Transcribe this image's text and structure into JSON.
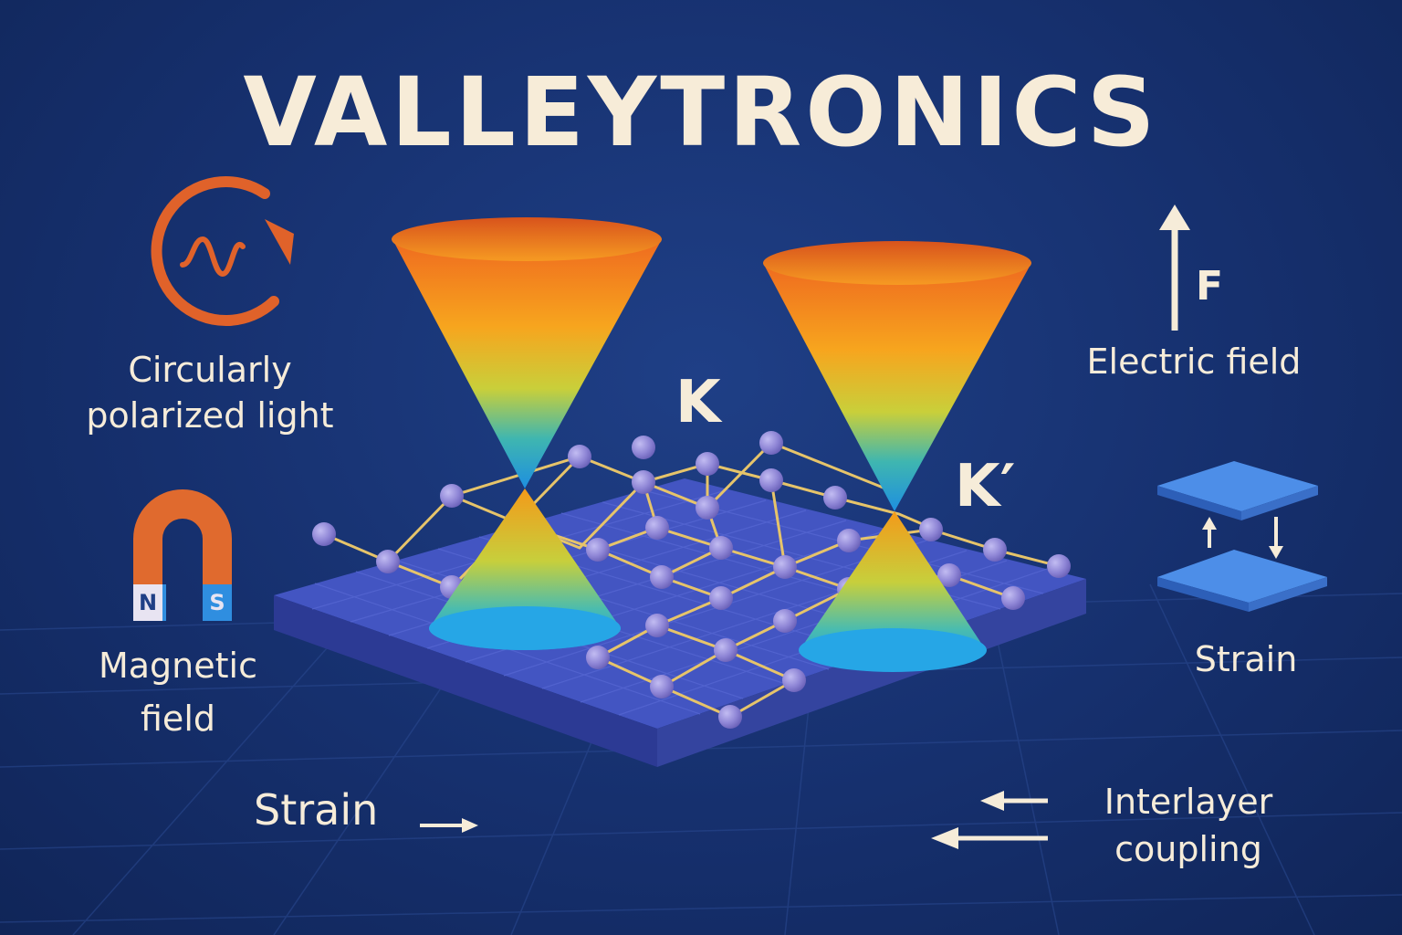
{
  "title": "VALLEYTRONICS",
  "valleys": {
    "k": "K",
    "k_prime": "K′"
  },
  "electric_field": {
    "symbol": "F",
    "label": "Electric field"
  },
  "light": {
    "label_line1": "Circularly",
    "label_line2": "polarized light"
  },
  "magnet": {
    "north": "N",
    "south": "S",
    "label_line1": "Magnetic",
    "label_line2": "field"
  },
  "strain_right": {
    "label": "Strain"
  },
  "strain_bottom": {
    "label": "Strain"
  },
  "interlayer": {
    "label_line1": "Interlayer",
    "label_line2": "coupling"
  },
  "colors": {
    "background": "#16306e",
    "text": "#f6ecd9",
    "accent_orange": "#e0622a",
    "platform": "#3d4fb8",
    "atom": "#8f86d6",
    "bond": "#e6c46a"
  }
}
